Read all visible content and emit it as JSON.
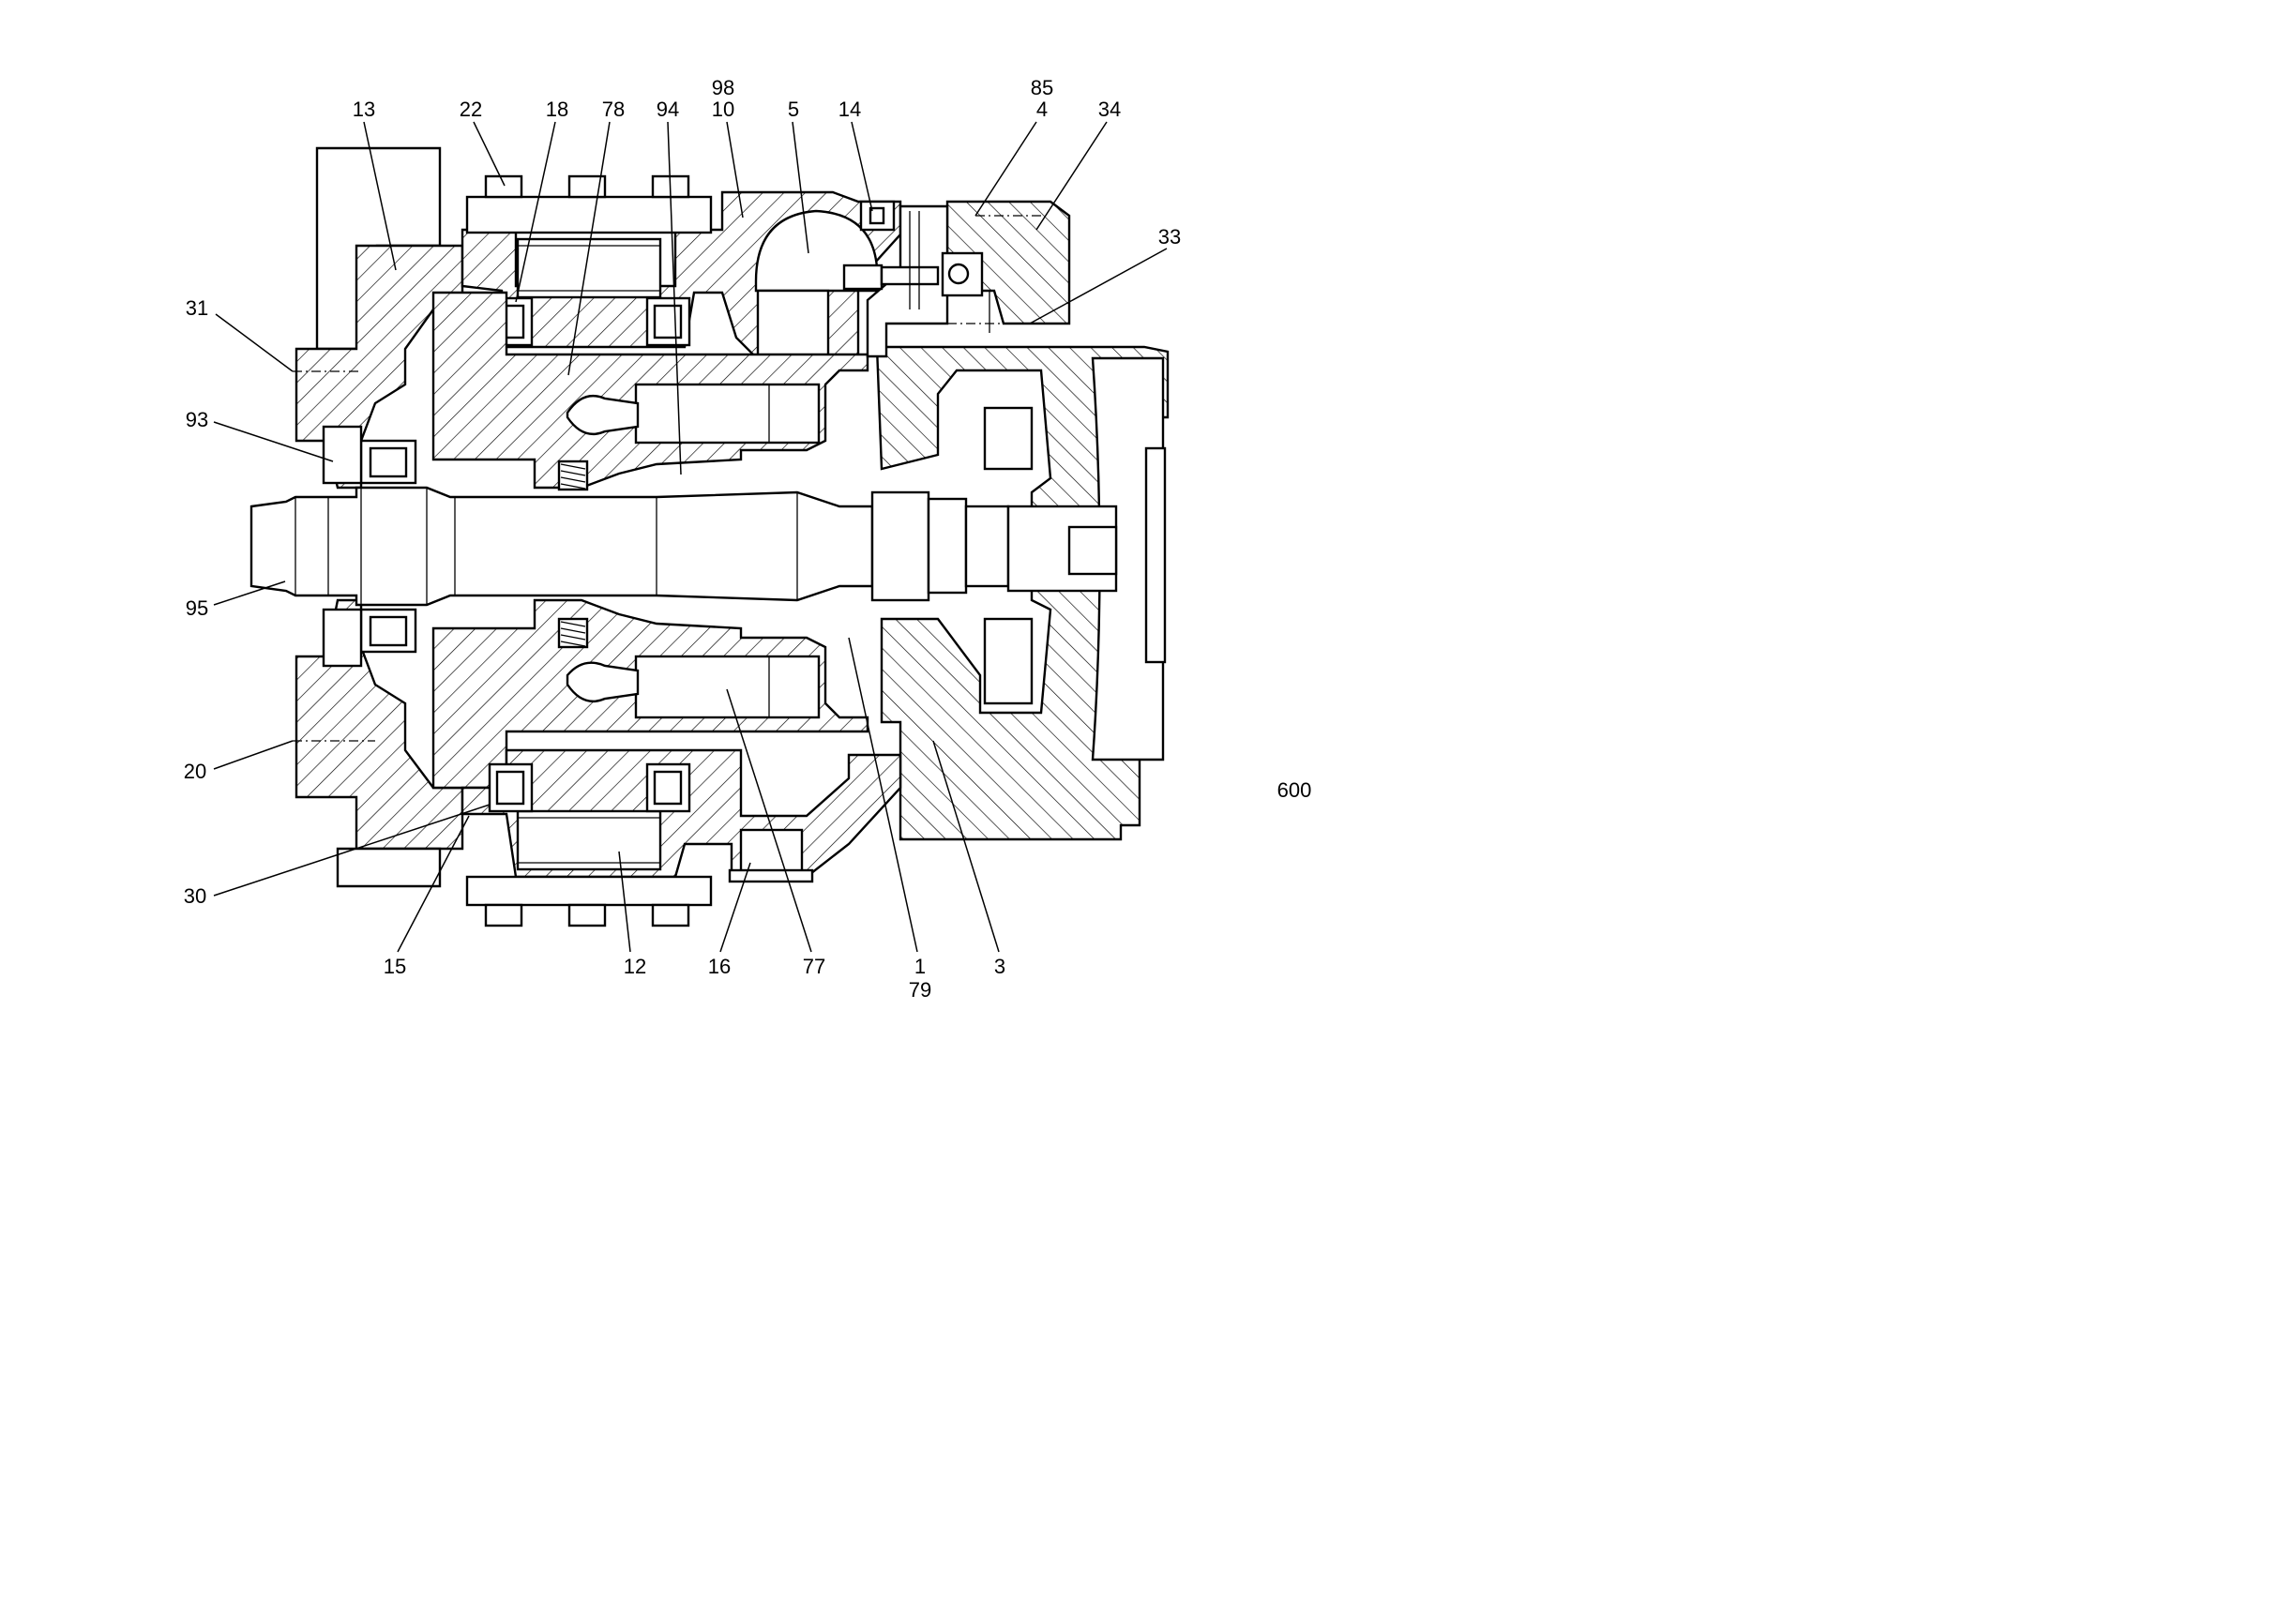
{
  "figure_number": "600",
  "reference_labels": [
    {
      "id": "13",
      "text": "13"
    },
    {
      "id": "22",
      "text": "22"
    },
    {
      "id": "18",
      "text": "18"
    },
    {
      "id": "78",
      "text": "78"
    },
    {
      "id": "94",
      "text": "94"
    },
    {
      "id": "98",
      "text": "98"
    },
    {
      "id": "10",
      "text": "10"
    },
    {
      "id": "5",
      "text": "5"
    },
    {
      "id": "14",
      "text": "14"
    },
    {
      "id": "85",
      "text": "85"
    },
    {
      "id": "4",
      "text": "4"
    },
    {
      "id": "34",
      "text": "34"
    },
    {
      "id": "33",
      "text": "33"
    },
    {
      "id": "31",
      "text": "31"
    },
    {
      "id": "93",
      "text": "93"
    },
    {
      "id": "95",
      "text": "95"
    },
    {
      "id": "20",
      "text": "20"
    },
    {
      "id": "30",
      "text": "30"
    },
    {
      "id": "15",
      "text": "15"
    },
    {
      "id": "12",
      "text": "12"
    },
    {
      "id": "16",
      "text": "16"
    },
    {
      "id": "77",
      "text": "77"
    },
    {
      "id": "1",
      "text": "1"
    },
    {
      "id": "79",
      "text": "79"
    },
    {
      "id": "3",
      "text": "3"
    }
  ]
}
